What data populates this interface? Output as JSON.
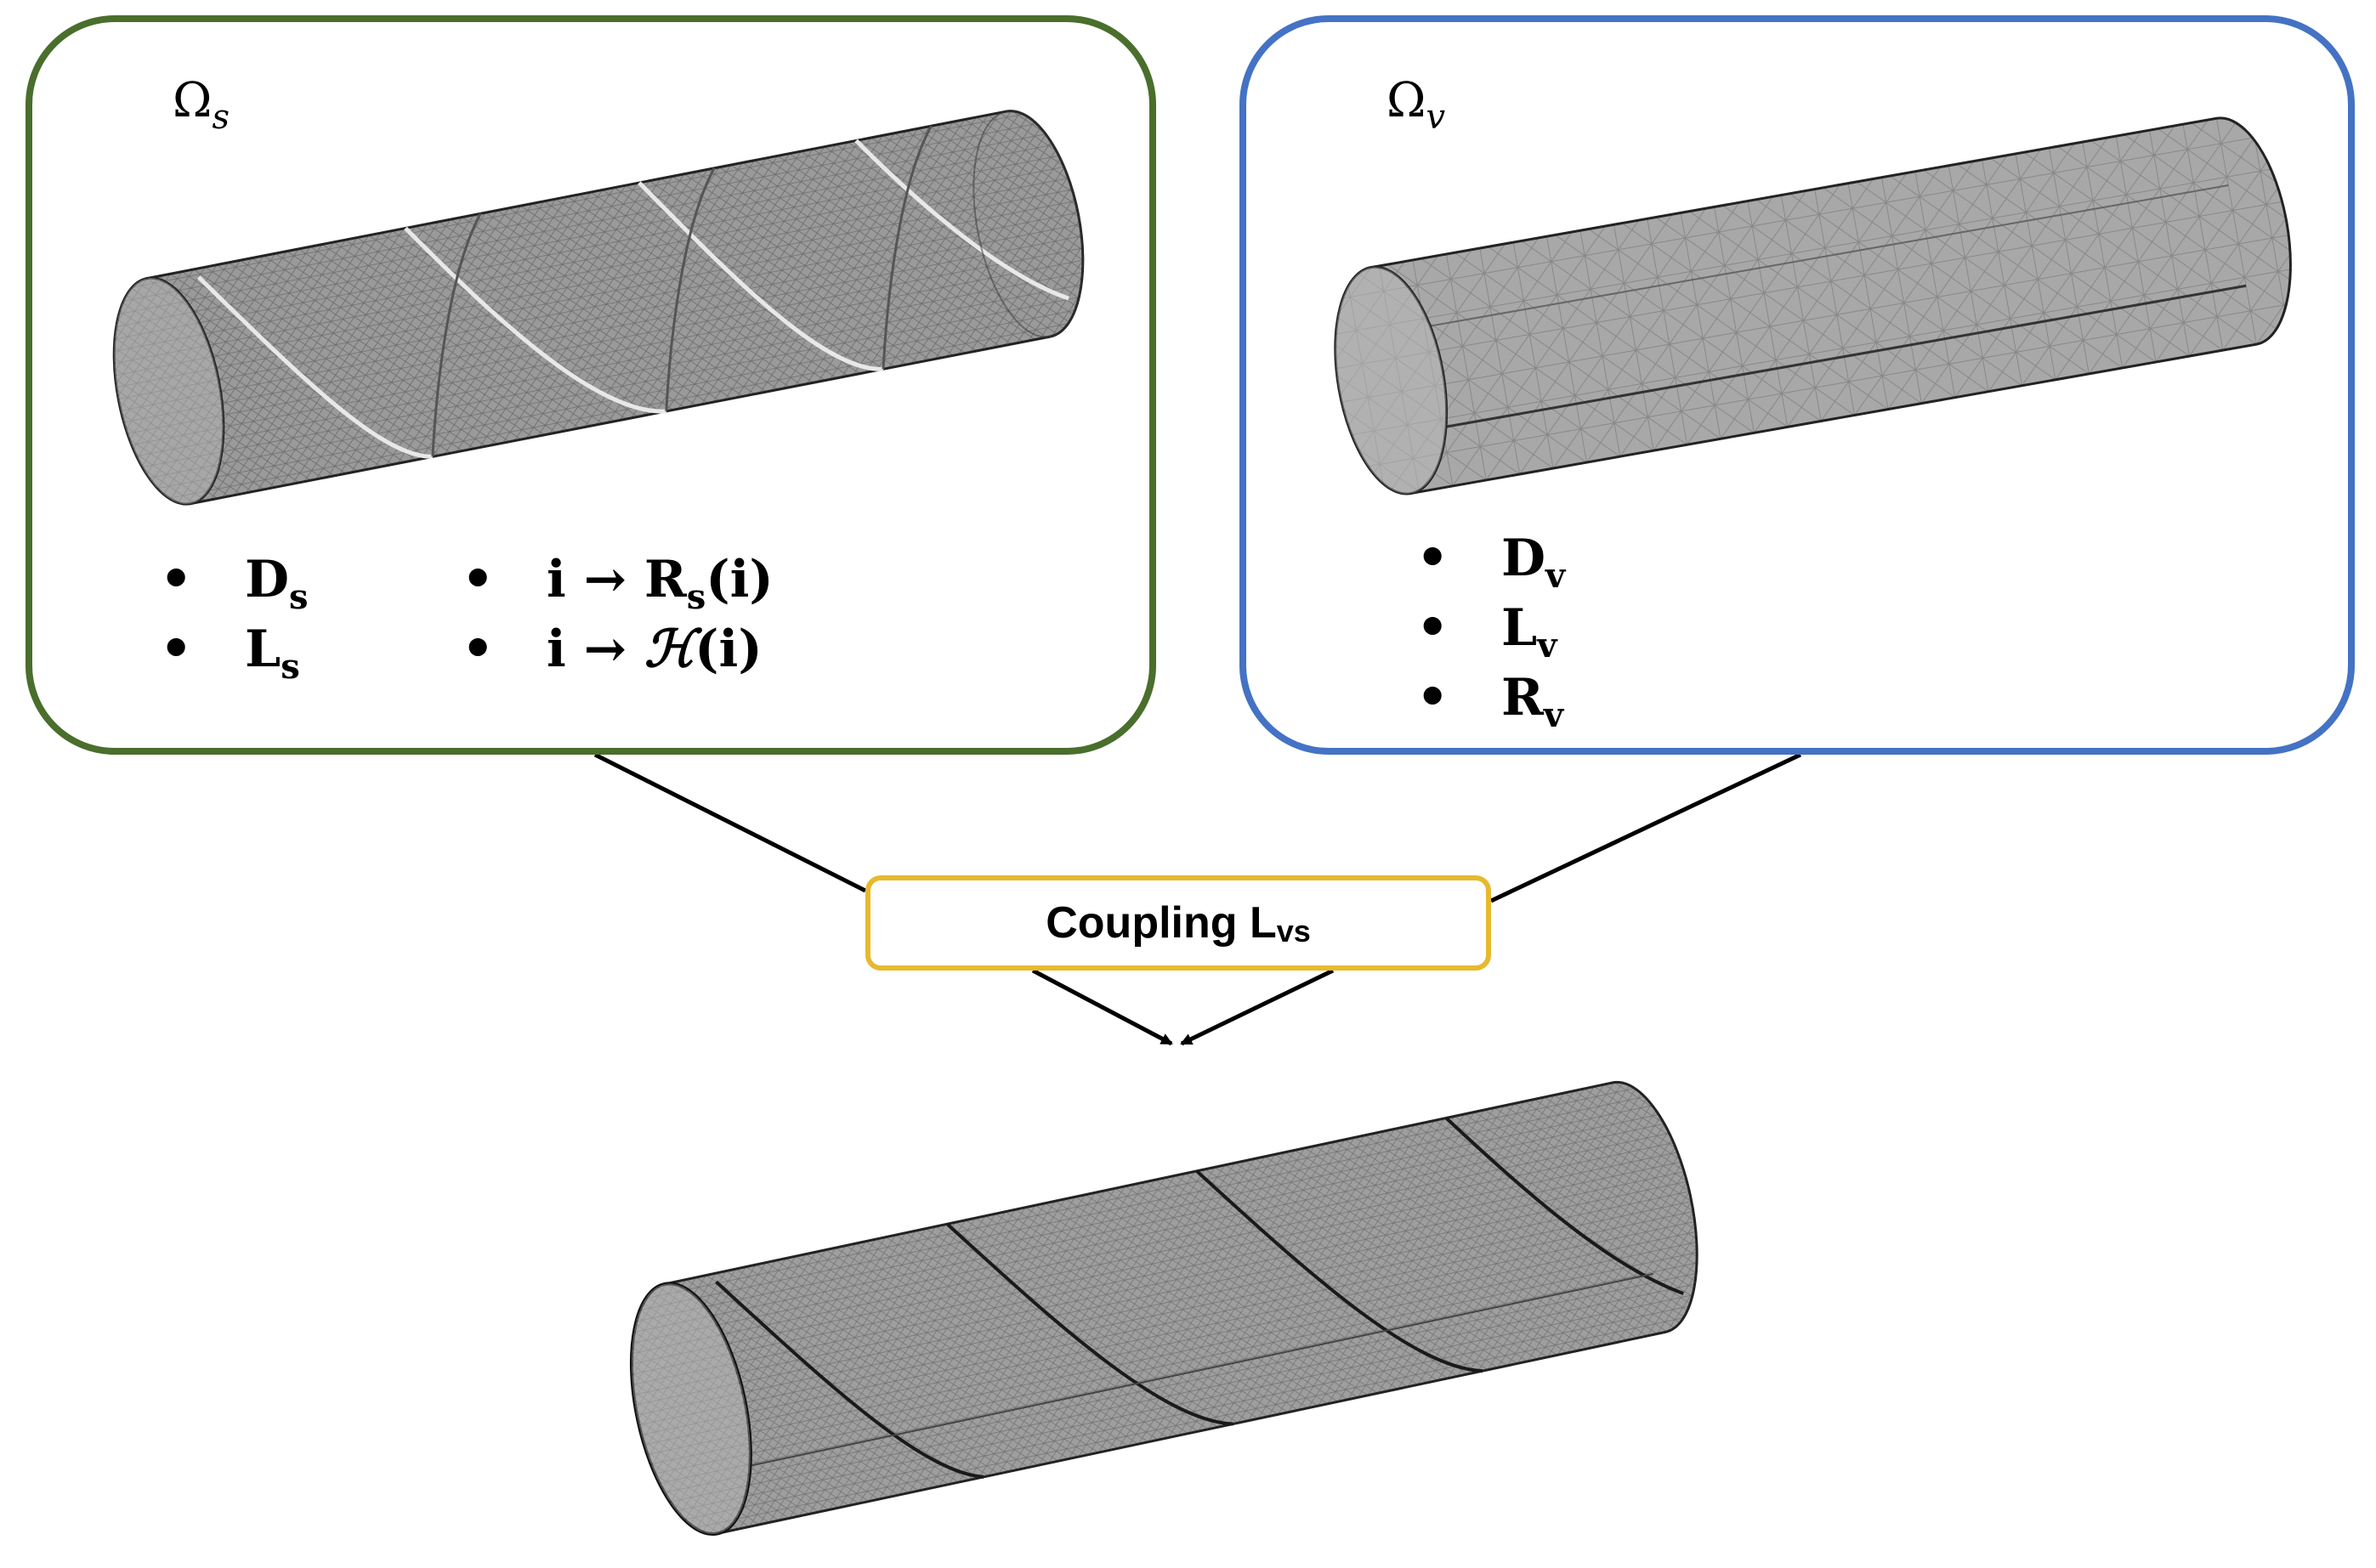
{
  "stent_panel": {
    "domain": {
      "symbol": "Ω",
      "subscript": "s"
    },
    "items_left": [
      {
        "base": "D",
        "sub": "s"
      },
      {
        "base": "L",
        "sub": "s"
      }
    ],
    "items_right": [
      {
        "prefix": "i → ",
        "base": "R",
        "sub": "s",
        "suffix": "(i)"
      },
      {
        "prefix": "i → ",
        "base": "ℋ",
        "sub": "",
        "suffix": "(i)"
      }
    ]
  },
  "vessel_panel": {
    "domain": {
      "symbol": "Ω",
      "subscript": "v"
    },
    "items": [
      {
        "base": "D",
        "sub": "v"
      },
      {
        "base": "L",
        "sub": "v"
      },
      {
        "base": "R",
        "sub": "v"
      }
    ]
  },
  "coupling": {
    "label": "Coupling L",
    "sub": "vs"
  },
  "colors": {
    "stent_border": "#4a6e2c",
    "vessel_border": "#4472c4",
    "coupling_border": "#e6b92e",
    "mesh_fill": "#9a9a9a"
  }
}
